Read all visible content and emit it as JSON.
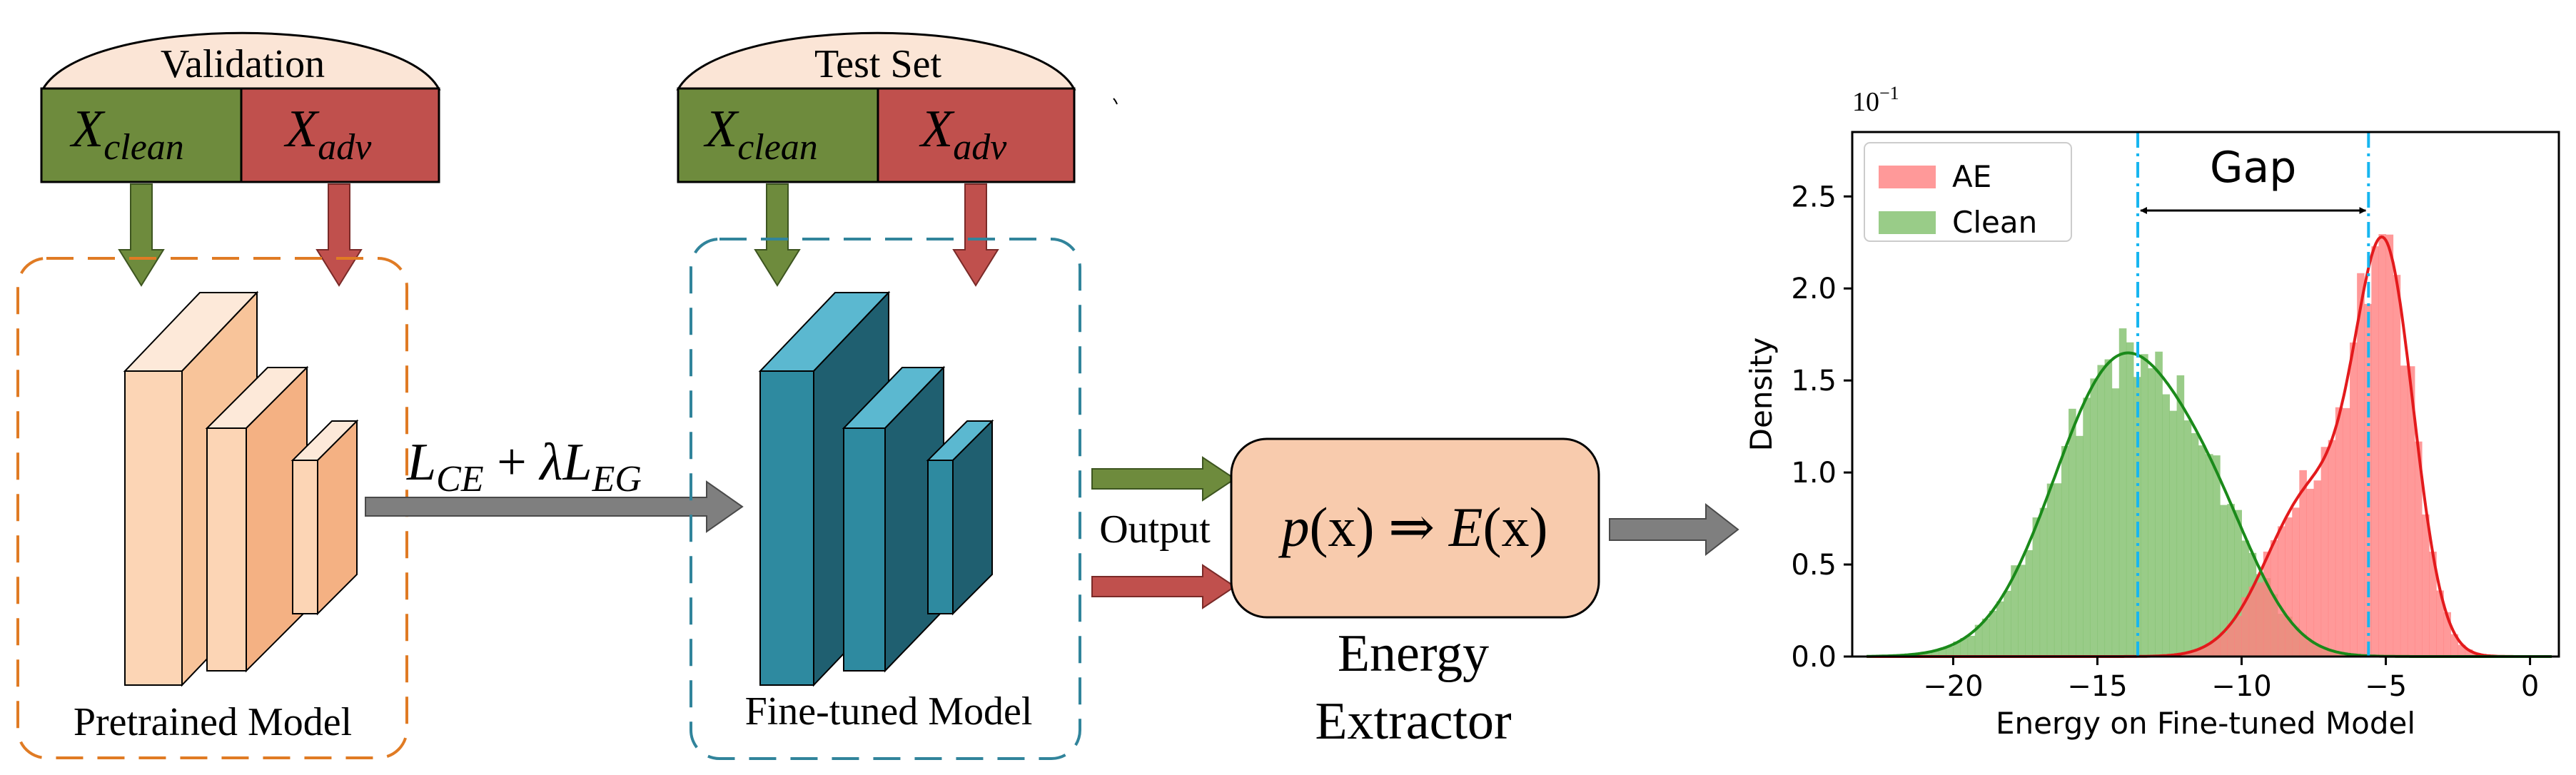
{
  "validation": {
    "title": "Validation",
    "clean": {
      "main": "X",
      "sub": "clean"
    },
    "adv": {
      "main": "X",
      "sub": "adv"
    }
  },
  "test_set": {
    "title": "Test Set",
    "clean": {
      "main": "X",
      "sub": "clean"
    },
    "adv": {
      "main": "X",
      "sub": "adv"
    }
  },
  "pretrained_label": "Pretrained Model",
  "finetuned_label": "Fine-tuned Model",
  "loss": {
    "l1": "L",
    "s1": "CE",
    "plus": " + ",
    "lambda": "λ",
    "l2": "L",
    "s2": "EG"
  },
  "output_label": "Output",
  "energy_formula": {
    "p": "p",
    "x1": "(x)",
    "arrow": " ⇒ ",
    "e": "E",
    "x2": "(x)"
  },
  "energy_extractor": {
    "line1": "Energy",
    "line2": "Extractor"
  },
  "colors": {
    "clean_box": "#6e8b3d",
    "adv_box": "#c0504d",
    "header_fill": "#fbe5d6",
    "pretrained_border": "#e07b24",
    "finetuned_border": "#31849b",
    "gray_arrow": "#7f7f7f",
    "extractor_fill": "#f8cbad",
    "ae_hist": "#ff7f7f",
    "clean_hist": "#7fbf6a",
    "ae_kde": "#e31a1c",
    "clean_kde": "#1a8a1a",
    "gap_line": "#17b6f0"
  },
  "chart_data": {
    "type": "histogram",
    "xlabel": "Energy on Fine-tuned Model",
    "ylabel": "Density",
    "scale_note": "10",
    "scale_exp": "−1",
    "xlim": [
      -23.5,
      1
    ],
    "ylim": [
      0,
      2.85
    ],
    "xticks": [
      -20,
      -15,
      -10,
      -5,
      0
    ],
    "xtick_labels": [
      "−20",
      "−15",
      "−10",
      "−5",
      "0"
    ],
    "yticks": [
      0,
      0.5,
      1.0,
      1.5,
      2.0,
      2.5
    ],
    "ytick_labels": [
      "0.0",
      "0.5",
      "1.0",
      "1.5",
      "2.0",
      "2.5"
    ],
    "legend_position": "top-left",
    "series": [
      {
        "name": "AE",
        "hist": "ae",
        "kde_mean1": -5.0,
        "kde_sd1": 1.0,
        "kde_mean2": -7.5,
        "kde_sd2": 1.6,
        "kde_w2": 0.45,
        "peak": 2.28
      },
      {
        "name": "Clean",
        "hist": "clean",
        "kde_mean1": -14.2,
        "kde_sd1": 2.3,
        "kde_mean2": -10.8,
        "kde_sd2": 1.6,
        "kde_w2": 0.28,
        "peak": 1.65
      }
    ],
    "vlines": [
      -13.6,
      -5.6
    ],
    "annotation": "Gap"
  }
}
